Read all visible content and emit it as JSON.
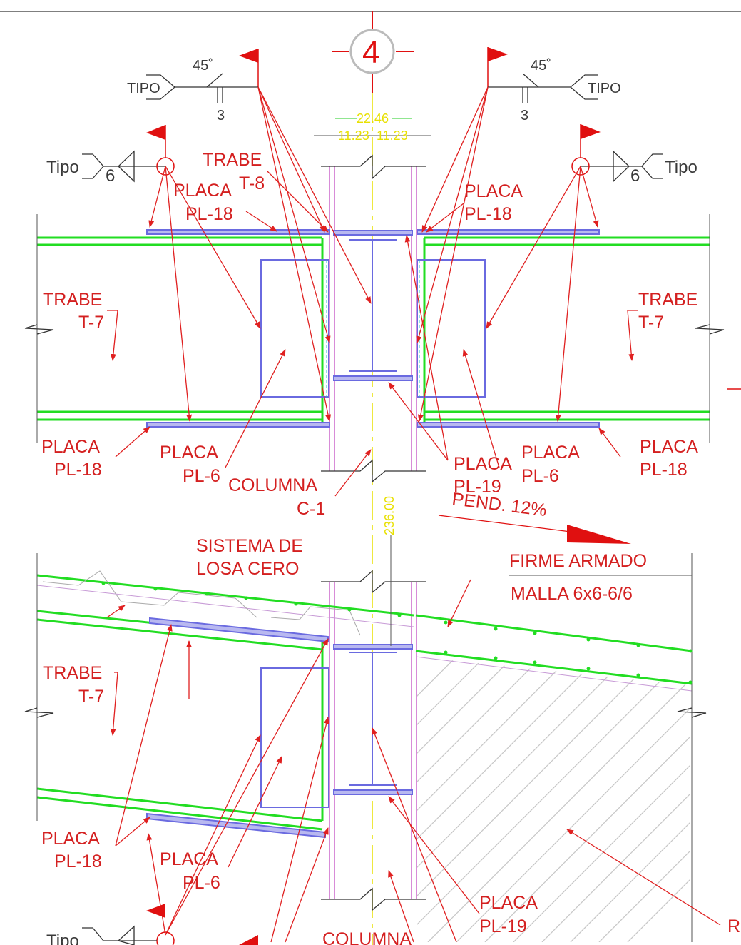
{
  "grid_mark": "4",
  "weld_symbols": {
    "tipo_upper": "TIPO",
    "angle": "45˚",
    "size_3": "3",
    "tipo_lower": "Tipo",
    "size_6": "6"
  },
  "dims": {
    "total": "22.46",
    "half_left": "11.23",
    "half_right": "11.23",
    "column_height": "236.00"
  },
  "upper_labels": {
    "trabe_t8_a": "TRABE",
    "trabe_t8_b": "T-8",
    "placa_left_a": "PLACA",
    "placa_left_b": "PL-18",
    "placa_right_a": "PLACA",
    "placa_right_b": "PL-18",
    "trabe_left_a": "TRABE",
    "trabe_left_b": "T-7",
    "trabe_right_a": "TRABE",
    "trabe_right_b": "T-7",
    "placa_bl_a": "PLACA",
    "placa_bl_b": "PL-18",
    "placa6_l_a": "PLACA",
    "placa6_l_b": "PL-6",
    "columna_a": "COLUMNA",
    "columna_b": "C-1",
    "placa19_a": "PLACA",
    "placa19_b": "PL-19",
    "placa6_r_a": "PLACA",
    "placa6_r_b": "PL-6",
    "placa_br_a": "PLACA",
    "placa_br_b": "PL-18"
  },
  "lower_labels": {
    "slope": "PEND. 12%",
    "sistema_a": "SISTEMA DE",
    "sistema_b": "LOSA CERO",
    "firme": "FIRME ARMADO",
    "malla": "MALLA 6x6-6/6",
    "trabe_a": "TRABE",
    "trabe_b": "T-7",
    "placa18_a": "PLACA",
    "placa18_b": "PL-18",
    "placa6_a": "PLACA",
    "placa6_b": "PL-6",
    "placa19_a": "PLACA",
    "placa19_b": "PL-19",
    "columna": "COLUMNA",
    "tipo": "Tipo",
    "edge_r": "R"
  }
}
